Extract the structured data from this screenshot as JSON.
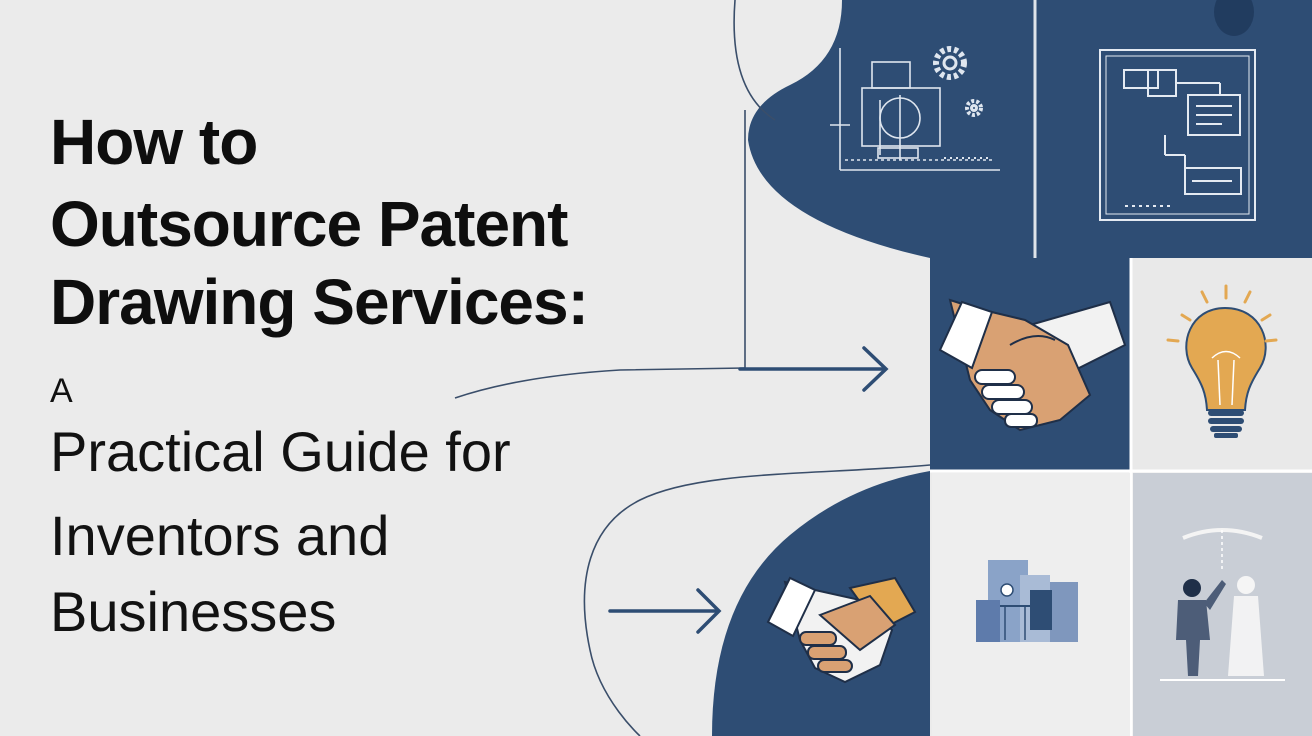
{
  "headline": {
    "line1": "How to",
    "line2": "Outsource Patent",
    "line3": "Drawing Services:"
  },
  "subtitle": {
    "article": "A",
    "line1": "Practical Guide for",
    "line2": "Inventors and",
    "line3": "Businesses"
  },
  "icons": [
    "blueprint-icon",
    "gear-icon",
    "flowchart-icon",
    "handshake-icon",
    "lightbulb-icon",
    "handshake-icon",
    "city-icon",
    "people-icon",
    "arrow-right-icon"
  ],
  "colors": {
    "navy": "#2e4d74",
    "gold": "#e3a852",
    "skin": "#d9a173",
    "background": "#ebebeb"
  }
}
